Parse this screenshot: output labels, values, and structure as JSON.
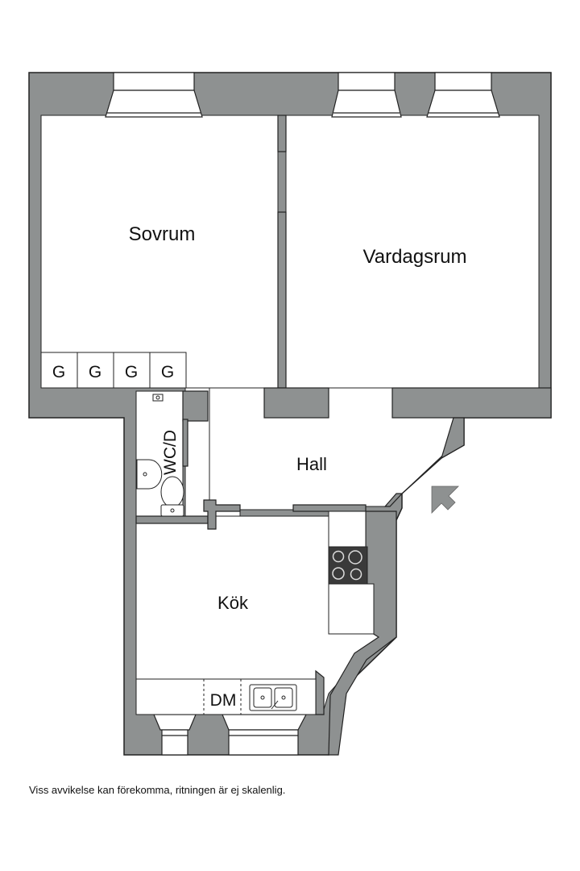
{
  "rooms": {
    "sovrum": "Sovrum",
    "vardagsrum": "Vardagsrum",
    "hall": "Hall",
    "kok": "Kök",
    "wc": "WC/D"
  },
  "wardrobes": [
    "G",
    "G",
    "G",
    "G"
  ],
  "kitchen_label": "DM",
  "disclaimer": "Viss avvikelse kan förekomma, ritningen är ej skalenlig.",
  "icons": {
    "entrance": "entrance-arrow-icon",
    "stove": "stove-icon",
    "sink": "sink-icon",
    "washbasin": "washbasin-icon",
    "toilet": "toilet-icon"
  },
  "colors": {
    "wall": "#8e9191",
    "wall_stroke": "#222222",
    "floor": "#ffffff",
    "stove": "#3a3a3a"
  }
}
